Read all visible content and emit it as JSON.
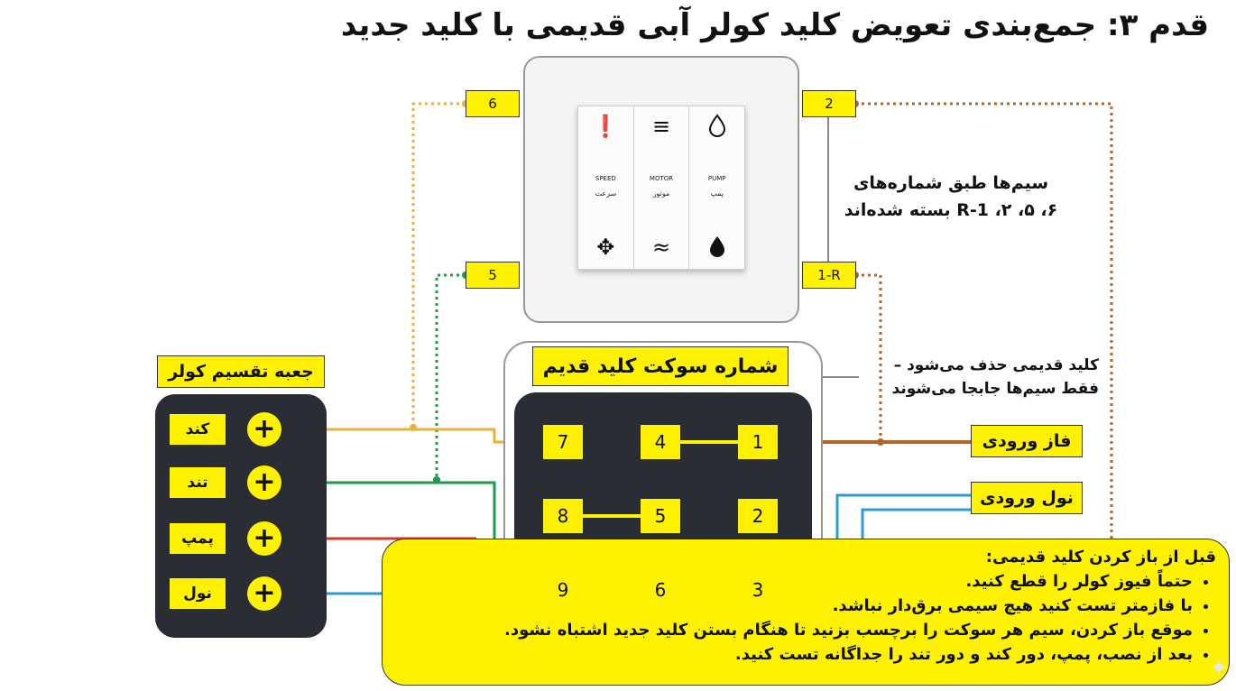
{
  "title": "قدم ۳: جمع‌بندی تعویض کلید کولر آبی قدیمی با کلید جدید",
  "new_switch": {
    "tags": {
      "t6": "6",
      "t5": "5",
      "t2": "2",
      "t1r": "1-R"
    },
    "buttons": [
      {
        "icon_top": "exclamation-icon",
        "en": "SPEED",
        "fa": "سرعت",
        "icon_bottom": "fan-icon"
      },
      {
        "icon_top": "menu-lines-icon",
        "en": "MOTOR",
        "fa": "موتور",
        "icon_bottom": "waves-icon"
      },
      {
        "icon_top": "drop-outline-icon",
        "en": "PUMP",
        "fa": "پمپ",
        "icon_bottom": "drop-filled-icon"
      }
    ]
  },
  "note_wires": [
    "سیم‌ها طبق شماره‌های",
    "R-1 ،۲ ،۵ ،۶ بسته شده‌اند"
  ],
  "note_old": [
    "کلید قدیمی حذف می‌شود –",
    "فقط سیم‌ها جابجا می‌شوند"
  ],
  "socket": {
    "title": "شماره سوکت کلید قدیم",
    "numbers": {
      "n7": "7",
      "n4": "4",
      "n1": "1",
      "n8": "8",
      "n5": "5",
      "n2": "2",
      "n9": "9",
      "n6": "6",
      "n3": "3"
    }
  },
  "cooler_box": {
    "label": "جعبه تقسیم کولر",
    "terminals": [
      {
        "label": "کند",
        "sign": "+"
      },
      {
        "label": "تند",
        "sign": "+"
      },
      {
        "label": "پمپ",
        "sign": "+"
      },
      {
        "label": "نول",
        "sign": "+"
      }
    ]
  },
  "inputs": {
    "phase": "فاز ورودی",
    "neutral": "نول ورودی"
  },
  "warning": {
    "heading": "قبل از باز کردن کلید قدیمی:",
    "items": [
      "حتماً فیوز کولر را قطع کنید.",
      "با فازمتر تست کنید هیچ سیمی برق‌دار نباشد.",
      "موقع باز کردن، سیم هر سوکت را برچسب بزنید تا هنگام بستن کلید جدید اشتباه نشود.",
      "بعد از نصب، پمپ، دور کند و دور تند را جداگانه تست کنید."
    ]
  },
  "colors": {
    "yellow": "#fff200",
    "dark_panel": "#2b2d35",
    "wire_slow": "#e8b23a",
    "wire_fast": "#1f9a4a",
    "wire_pump": "#d03a2a",
    "wire_neutral": "#2a9bd0",
    "wire_phase": "#b5652a"
  }
}
